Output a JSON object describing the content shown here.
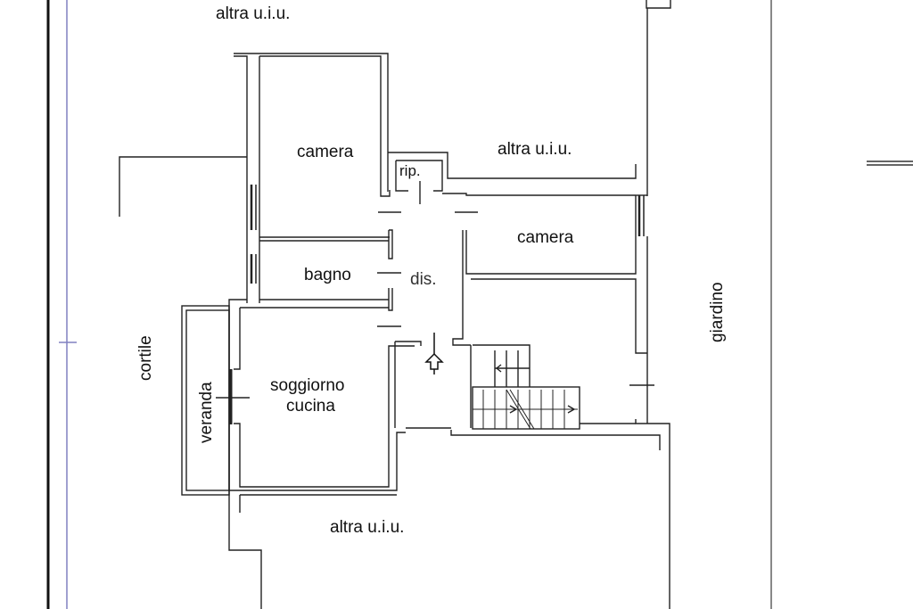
{
  "plan": {
    "type": "floor-plan",
    "labels": {
      "altra_top": "altra u.i.u.",
      "camera_nw": "camera",
      "ripostiglio": "rip.",
      "altra_mid": "altra u.i.u.",
      "camera_e": "camera",
      "bagno": "bagno",
      "disimpegno": "dis.",
      "soggiorno_line1": "soggiorno",
      "soggiorno_line2": "cucina",
      "veranda": "veranda",
      "cortile": "cortile",
      "giardino": "giardino",
      "altra_bottom": "altra u.i.u."
    },
    "colors": {
      "wall": "#222222",
      "guide_line": "#8080c0",
      "border_gray": "#888888"
    },
    "symbols": {
      "entrance": "up-arrow-icon",
      "stairs": "staircase"
    }
  }
}
